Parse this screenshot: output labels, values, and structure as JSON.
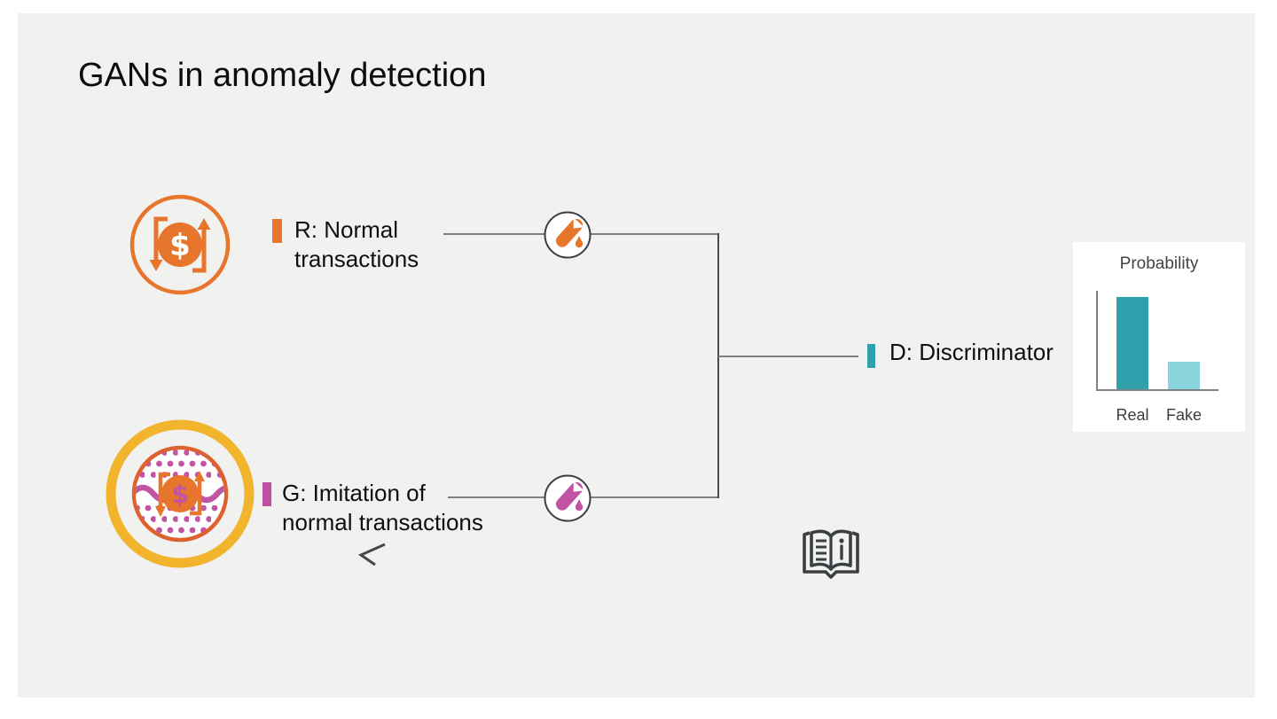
{
  "slide": {
    "title": "GANs in anomaly detection"
  },
  "nodes": {
    "real": {
      "line1": "R: Normal",
      "line2": "transactions",
      "bullet_color": "#E8752C",
      "icon": "money-transactions-icon"
    },
    "generator": {
      "line1": "G: Imitation of",
      "line2": "normal transactions",
      "bullet_color": "#BE4FA3",
      "icon": "generator-dotted-transactions-icon"
    },
    "discriminator": {
      "label": "D: Discriminator",
      "bullet_color": "#2EA1AC"
    }
  },
  "icons": {
    "sample_top": "test-tube-icon (orange)",
    "sample_bottom": "test-tube-icon (magenta)",
    "reference": "open-book-info-icon",
    "cursor": "pointer-cursor-artifact"
  },
  "colors": {
    "slide_bg": "#F1F1EF",
    "orange": "#E8752C",
    "orange_deep": "#DD6230",
    "yellow": "#F2B32D",
    "magenta": "#C254A4",
    "teal": "#2EA1AC",
    "teal_light": "#8AD4DD",
    "connector_gray": "#7F7F7F",
    "icon_dark": "#3A3F44"
  },
  "chart_data": {
    "type": "bar",
    "title": "Probability",
    "categories": [
      "Real",
      "Fake"
    ],
    "values": [
      0.92,
      0.27
    ],
    "colors": [
      "#2EA1AC",
      "#8AD4DD"
    ],
    "ylim": [
      0,
      1
    ],
    "xlabel": "",
    "ylabel": "",
    "grid": false,
    "legend": false,
    "axis_color": "#7D8285"
  }
}
